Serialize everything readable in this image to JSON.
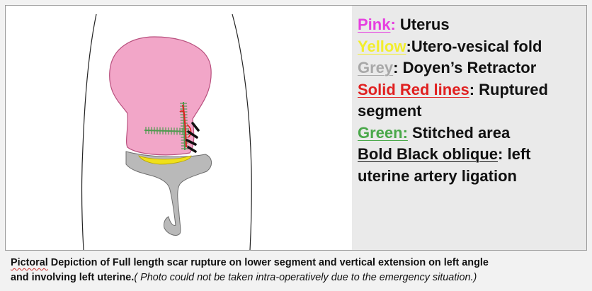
{
  "legend": {
    "items": [
      {
        "key": "Pink",
        "sep": ": ",
        "text": "Uterus",
        "color": "#e63fe0"
      },
      {
        "key": "Yellow",
        "sep": ":",
        "text": "Utero-vesical fold",
        "color": "#f2ee2c"
      },
      {
        "key": "Grey",
        "sep": ": ",
        "text": "Doyen’s Retractor",
        "color": "#a8a8a8"
      },
      {
        "key": "Solid Red lines",
        "sep": ": ",
        "text": "Ruptured",
        "text2": "segment",
        "color": "#e02020"
      },
      {
        "key": "Green:",
        "sep": " ",
        "text": "Stitched area",
        "color": "#4aa84a"
      },
      {
        "key": "Bold Black oblique",
        "sep": ": ",
        "text": "left",
        "text2": "uterine artery ligation",
        "color": "#111111"
      }
    ]
  },
  "caption": {
    "underlined_word": "Pictoral",
    "bold_part1": " Depiction of Full length scar rupture on lower segment and vertical extension on left angle",
    "bold_part2": "and involving left uterine.",
    "italic_note": "( Photo could not be taken intra-operatively  due to the emergency situation.)"
  },
  "colors": {
    "uterus_fill": "#f2a6c8",
    "uterus_stroke": "#b8507e",
    "fold": "#f0e01a",
    "retractor": "#b9b9b9",
    "rupture": "#e02020",
    "stitch": "#4f9a4f",
    "ligation": "#111111"
  },
  "icons": {
    "uterus": "uterus-shape",
    "retractor": "doyen-retractor-shape"
  }
}
